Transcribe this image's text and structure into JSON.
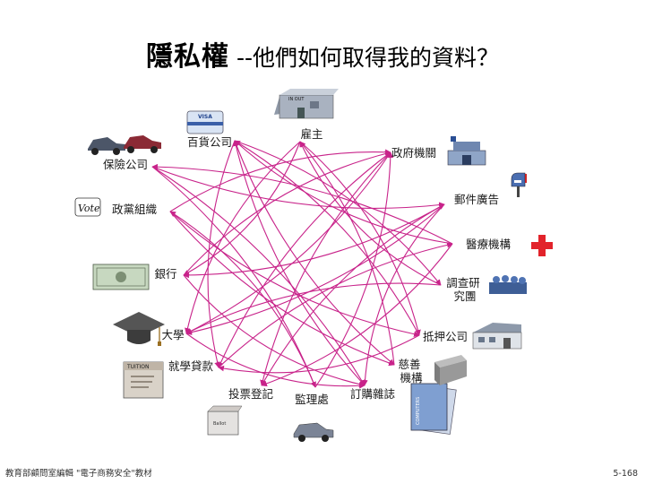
{
  "title": {
    "main": "隱私權",
    "sub": "--他們如何取得我的資料？"
  },
  "colors": {
    "arrow": "#c8238a",
    "text": "#1a1a1a"
  },
  "nodes": {
    "employer": "雇主",
    "government": "政府機關",
    "mail_ads": "郵件廣告",
    "medical": "醫療機構",
    "survey": "調查研\n究團",
    "mortgage": "抵押公司",
    "charity": "慈善\n機構",
    "magazine": "訂購雜誌",
    "dmv": "監理處",
    "voter_reg": "投票登記",
    "student_loan": "就學貸款",
    "university": "大學",
    "bank": "銀行",
    "political_party": "政黨組織",
    "insurance": "保險公司",
    "department_store": "百貨公司"
  },
  "icons": {
    "employer": "factory-icon",
    "government": "government-building-icon",
    "mail_ads": "mailbox-icon",
    "medical": "red-cross-icon",
    "survey": "research-group-icon",
    "mortgage": "house-icon",
    "charity": "donation-box-icon",
    "magazine": "magazine-icon",
    "dmv": "car-icon",
    "voter_reg": "ballot-box-icon",
    "student_loan": "tuition-bill-icon",
    "university": "graduation-cap-icon",
    "bank": "banknote-icon",
    "political_party": "vote-icon",
    "insurance": "crashed-cars-icon",
    "department_store": "credit-card-icon"
  },
  "icon_texts": {
    "card": "VISA",
    "vote": "Vote",
    "tuition": "TUITION",
    "ballot": "Ballot",
    "magazine": "COMPUTERS",
    "factory": "IN OUT"
  },
  "footer": {
    "left": "教育部顧問室編輯 \"電子商務安全\"教材",
    "right": "5-168"
  }
}
